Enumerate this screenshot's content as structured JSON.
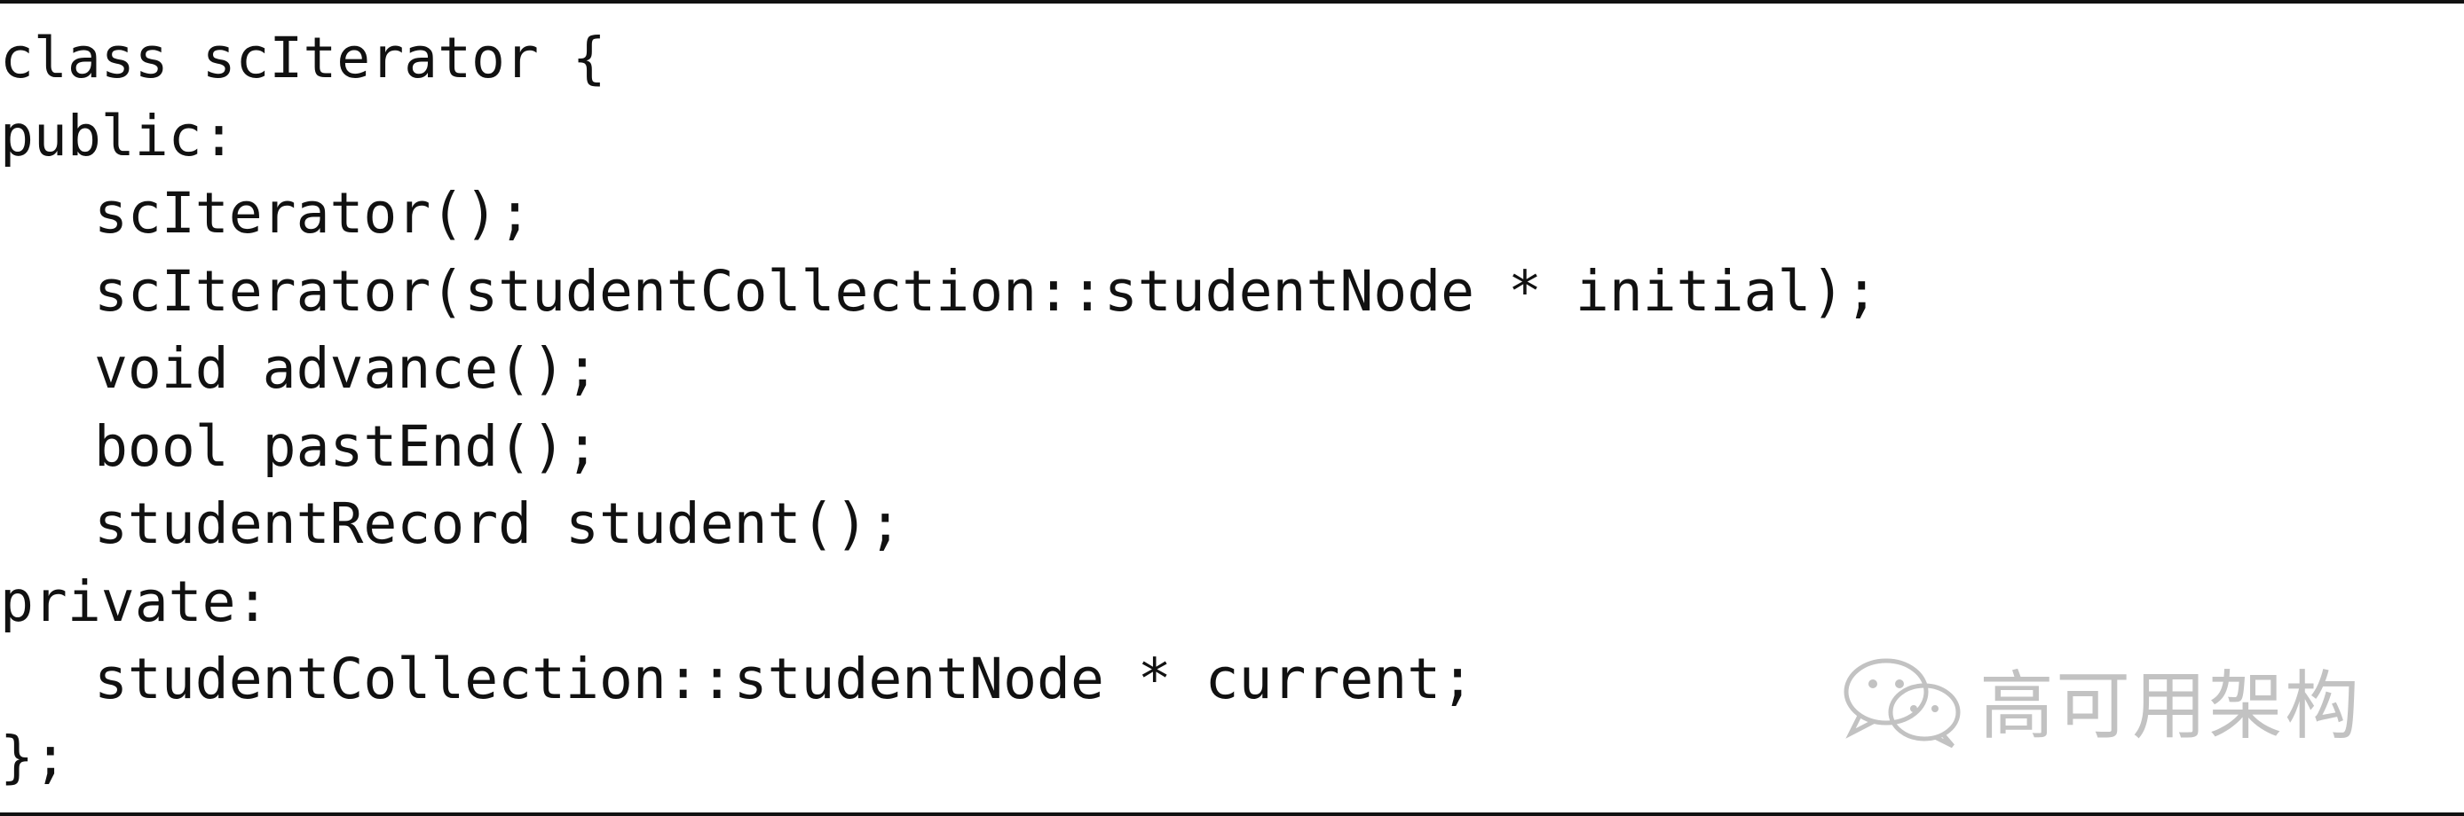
{
  "code": {
    "lines": [
      {
        "text": "class scIterator {",
        "indent": false
      },
      {
        "text": "public:",
        "indent": false
      },
      {
        "text": "scIterator();",
        "indent": true
      },
      {
        "text": "scIterator(studentCollection::studentNode * initial);",
        "indent": true
      },
      {
        "text": "void advance();",
        "indent": true
      },
      {
        "text": "bool pastEnd();",
        "indent": true
      },
      {
        "text": "studentRecord student();",
        "indent": true
      },
      {
        "text": "private:",
        "indent": false
      },
      {
        "text": "studentCollection::studentNode * current;",
        "indent": true
      },
      {
        "text": "};",
        "indent": false
      }
    ]
  },
  "watermark": {
    "text": "高可用架构",
    "icon": "wechat-icon"
  },
  "colors": {
    "text": "#111111",
    "border": "#111111",
    "watermark": "#c2c2c2",
    "background": "#ffffff"
  }
}
